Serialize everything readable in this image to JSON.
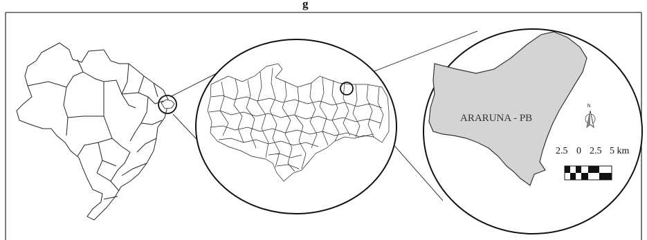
{
  "title_fragment": "g",
  "municipality_label": "ARARUNA - PB",
  "north_label": "N",
  "scale_bar": {
    "tick_labels": [
      "2.5",
      "0",
      "2.5",
      "5 km"
    ]
  },
  "colors": {
    "line": "#222222",
    "municipality_fill": "#d4d4d4",
    "border": "#333333"
  }
}
